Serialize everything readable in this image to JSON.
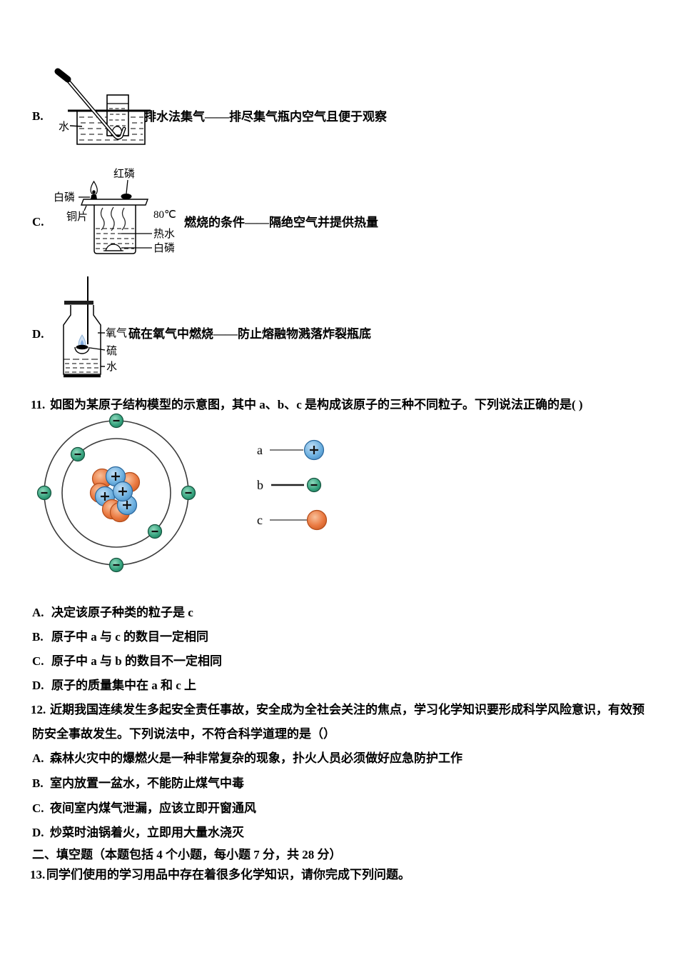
{
  "diagram_options": {
    "B": {
      "letter": "B.",
      "text": "排水法集气——排尽集气瓶内空气且便于观察",
      "labels": {
        "water": "水"
      }
    },
    "C": {
      "letter": "C.",
      "text": "燃烧的条件——隔绝空气并提供热量",
      "labels": {
        "red_phosphorus": "红磷",
        "white_phosphorus_top": "白磷",
        "copper_sheet": "铜片",
        "temperature": "80℃",
        "hot_water": "热水",
        "white_phosphorus_bottom": "白磷"
      }
    },
    "D": {
      "letter": "D.",
      "text": "硫在氧气中燃烧——防止熔融物溅落炸裂瓶底",
      "labels": {
        "oxygen": "氧气",
        "sulfur": "硫",
        "water": "水"
      }
    }
  },
  "q11": {
    "number": "11.",
    "stem": "如图为某原子结构模型的示意图，其中 a、b、c 是构成该原子的三种不同粒子。下列说法正确的是( )",
    "legend": [
      {
        "key": "a",
        "particle": "proton",
        "sign": "+"
      },
      {
        "key": "b",
        "particle": "electron",
        "sign": "−"
      },
      {
        "key": "c",
        "particle": "neutron",
        "sign": ""
      }
    ],
    "particle_colors": {
      "proton": "#6aaede",
      "electron": "#35a27d",
      "neutron": "#ea7a42"
    },
    "options": [
      {
        "letter": "A.",
        "text": "决定该原子种类的粒子是 c"
      },
      {
        "letter": "B.",
        "text": "原子中 a 与 c 的数目一定相同"
      },
      {
        "letter": "C.",
        "text": "原子中 a 与 b 的数目不一定相同"
      },
      {
        "letter": "D.",
        "text": "原子的质量集中在 a 和 c 上"
      }
    ]
  },
  "q12": {
    "number": "12.",
    "stem_line1": "近期我国连续发生多起安全责任事故，安全成为全社会关注的焦点，学习化学知识要形成科学风险意识，有效预",
    "stem_line2": "防安全事故发生。下列说法中，不符合科学道理的是（）",
    "options": [
      {
        "letter": "A.",
        "text": "森林火灾中的爆燃火是一种非常复杂的现象，扑火人员必须做好应急防护工作"
      },
      {
        "letter": "B.",
        "text": "室内放置一盆水，不能防止煤气中毒"
      },
      {
        "letter": "C.",
        "text": "夜间室内煤气泄漏，应该立即开窗通风"
      },
      {
        "letter": "D.",
        "text": "炒菜时油锅着火，立即用大量水浇灭"
      }
    ]
  },
  "section2": {
    "heading": "二、填空题（本题包括 4 个小题，每小题 7 分，共 28 分）"
  },
  "q13": {
    "number": "13.",
    "text": "同学们使用的学习用品中存在着很多化学知识，请你完成下列问题。"
  }
}
